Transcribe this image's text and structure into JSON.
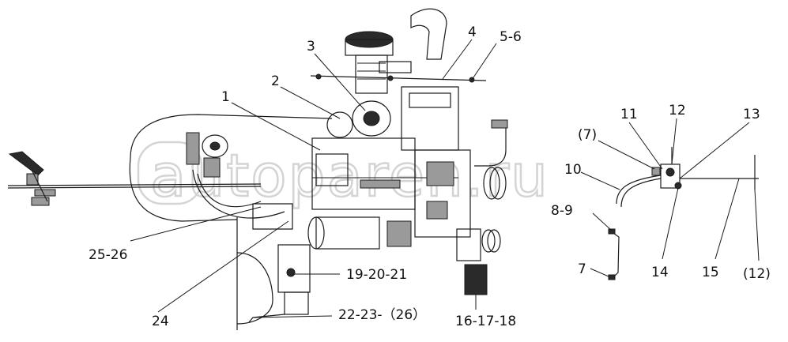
{
  "watermark": "autoparen.ru",
  "callouts": [
    {
      "id": "c1",
      "text": "1"
    },
    {
      "id": "c2",
      "text": "2"
    },
    {
      "id": "c3",
      "text": "3"
    },
    {
      "id": "c4",
      "text": "4"
    },
    {
      "id": "c5",
      "text": "5-6"
    },
    {
      "id": "c6",
      "text": "11"
    },
    {
      "id": "c7",
      "text": "12"
    },
    {
      "id": "c8",
      "text": "13"
    },
    {
      "id": "c9",
      "text": "(7)"
    },
    {
      "id": "c10",
      "text": "10"
    },
    {
      "id": "c11",
      "text": "8-9"
    },
    {
      "id": "c12",
      "text": "7"
    },
    {
      "id": "c13",
      "text": "14"
    },
    {
      "id": "c14",
      "text": "15"
    },
    {
      "id": "c15",
      "text": "(12)"
    },
    {
      "id": "c16",
      "text": "25-26"
    },
    {
      "id": "c17",
      "text": "19-20-21"
    },
    {
      "id": "c18",
      "text": "24"
    },
    {
      "id": "c19",
      "text": "22-23-（26）"
    },
    {
      "id": "c20",
      "text": "16-17-18"
    }
  ]
}
